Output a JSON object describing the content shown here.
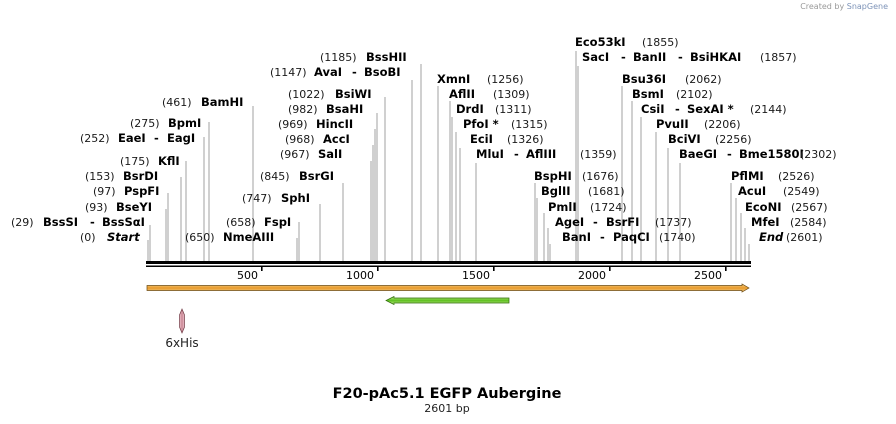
{
  "credit": {
    "prefix": "Created by",
    "brand": "SnapGene"
  },
  "title": "F20-pAc5.1 EGFP Aubergine",
  "length_label": "2601 bp",
  "scale": {
    "ticks": [
      "500",
      "1000",
      "1500",
      "2000",
      "2500"
    ]
  },
  "features": {
    "his_label": "6xHis"
  },
  "sites_left": [
    {
      "pos": "(0)",
      "name": "Start",
      "italic": true
    },
    {
      "pos": "(29)",
      "name": "BssSI",
      "sep": "-",
      "name2": "BssSαI"
    },
    {
      "pos": "(93)",
      "name": "BseYI"
    },
    {
      "pos": "(97)",
      "name": "PspFI"
    },
    {
      "pos": "(153)",
      "name": "BsrDI"
    },
    {
      "pos": "(175)",
      "name": "KflI"
    },
    {
      "pos": "(252)",
      "name": "EaeI",
      "sep": "-",
      "name2": "EagI"
    },
    {
      "pos": "(275)",
      "name": "BpmI"
    },
    {
      "pos": "(461)",
      "name": "BamHI"
    },
    {
      "pos": "(650)",
      "name": "NmeAIII"
    },
    {
      "pos": "(658)",
      "name": "FspI"
    },
    {
      "pos": "(747)",
      "name": "SphI"
    },
    {
      "pos": "(845)",
      "name": "BsrGI"
    },
    {
      "pos": "(967)",
      "name": "SalI"
    },
    {
      "pos": "(968)",
      "name": "AccI"
    },
    {
      "pos": "(969)",
      "name": "HincII"
    },
    {
      "pos": "(982)",
      "name": "BsaHI"
    },
    {
      "pos": "(1022)",
      "name": "BsiWI"
    },
    {
      "pos": "(1147)",
      "name": "AvaI",
      "sep": "-",
      "name2": "BsoBI"
    },
    {
      "pos": "(1185)",
      "name": "BssHII"
    }
  ],
  "sites_right": [
    {
      "name": "Eco53kI",
      "pos": "(1855)"
    },
    {
      "name": "SacI",
      "sep": "-",
      "name2": "BanII",
      "sep2": "-",
      "name3": "BsiHKAI",
      "pos": "(1857)"
    },
    {
      "name": "XmnI",
      "pos": "(1256)"
    },
    {
      "name": "AflII",
      "pos": "(1309)"
    },
    {
      "name": "DrdI",
      "pos": "(1311)"
    },
    {
      "name": "PfoI *",
      "pos": "(1315)"
    },
    {
      "name": "EciI",
      "pos": "(1326)"
    },
    {
      "name": "MluI",
      "sep": "-",
      "name2": "AflIII",
      "pos": "(1359)"
    },
    {
      "name": "Bsu36I",
      "pos": "(2062)"
    },
    {
      "name": "BsmI",
      "pos": "(2102)"
    },
    {
      "name": "CsiI",
      "sep": "-",
      "name2": "SexAI *",
      "pos": "(2144)"
    },
    {
      "name": "PvuII",
      "pos": "(2206)"
    },
    {
      "name": "BciVI",
      "pos": "(2256)"
    },
    {
      "name": "BaeGI",
      "sep": "-",
      "name2": "Bme1580I",
      "pos": "(2302)"
    },
    {
      "name": "BspHI",
      "pos": "(1676)"
    },
    {
      "name": "BglII",
      "pos": "(1681)"
    },
    {
      "name": "PmlI",
      "pos": "(1724)"
    },
    {
      "name": "AgeI",
      "sep": "-",
      "name2": "BsrFI",
      "pos": "(1737)"
    },
    {
      "name": "BanI",
      "sep": "-",
      "name2": "PaqCI",
      "pos": "(1740)"
    },
    {
      "name": "PflMI",
      "pos": "(2526)"
    },
    {
      "name": "AcuI",
      "pos": "(2549)"
    },
    {
      "name": "EcoNI",
      "pos": "(2567)"
    },
    {
      "name": "MfeI",
      "pos": "(2584)"
    },
    {
      "name": "End",
      "pos": "(2601)",
      "italic": true
    }
  ]
}
